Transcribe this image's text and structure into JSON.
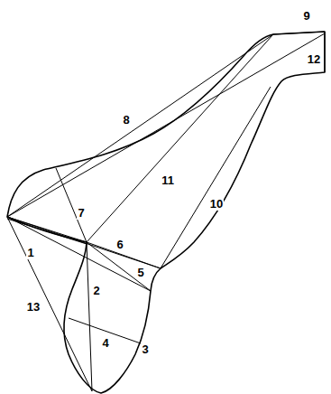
{
  "diagram": {
    "labels": [
      "9",
      "12",
      "8",
      "11",
      "7",
      "10",
      "1",
      "6",
      "5",
      "2",
      "13",
      "4",
      "3"
    ]
  }
}
